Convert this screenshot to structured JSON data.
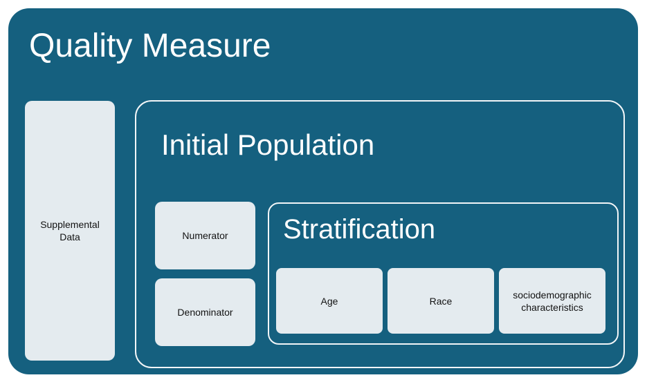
{
  "diagram": {
    "title": "Quality Measure",
    "colors": {
      "outer_container": "#15607F",
      "card_fill": "#E4EBEF",
      "outline": "#F2F6F8",
      "heading_text": "#FFFFFF",
      "card_text": "#121212",
      "page_background": "#FFFFFF"
    },
    "supplemental_data": {
      "label": "Supplemental Data"
    },
    "initial_population": {
      "title": "Initial Population",
      "measure_cards": [
        {
          "label": "Numerator"
        },
        {
          "label": "Denominator"
        }
      ],
      "stratification": {
        "title": "Stratification",
        "cards": [
          {
            "label": "Age"
          },
          {
            "label": "Race"
          },
          {
            "label": "sociodemographic characteristics"
          }
        ]
      }
    }
  }
}
